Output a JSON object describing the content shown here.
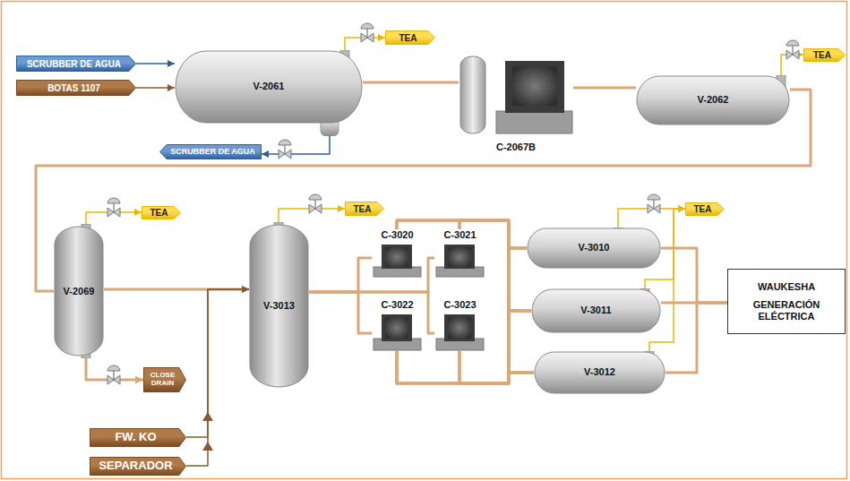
{
  "diagram": {
    "nodes": [
      {
        "text": [
          "SCRUBBER DE AGUA"
        ]
      },
      {
        "text": [
          "BOTAS 1107"
        ]
      },
      {
        "text": [
          "V-2061"
        ]
      },
      {
        "text": [
          "TEA"
        ]
      },
      {
        "text": [
          "SCRUBBER DE AGUA"
        ]
      },
      {
        "text": [
          "C-2067B"
        ]
      },
      {
        "text": [
          "V-2062"
        ]
      },
      {
        "text": [
          "TEA"
        ]
      },
      {
        "text": [
          "V-2069"
        ]
      },
      {
        "text": [
          "TEA"
        ]
      },
      {
        "text": [
          "CLOSE DRAIN"
        ]
      },
      {
        "text": [
          "V-3013"
        ]
      },
      {
        "text": [
          "TEA"
        ]
      },
      {
        "text": [
          "C-3020"
        ]
      },
      {
        "text": [
          "C-3021"
        ]
      },
      {
        "text": [
          "C-3022"
        ]
      },
      {
        "text": [
          "C-3023"
        ]
      },
      {
        "text": [
          "V-3010"
        ]
      },
      {
        "text": [
          "TEA"
        ]
      },
      {
        "text": [
          "V-3011"
        ]
      },
      {
        "text": [
          "V-3012"
        ]
      },
      {
        "text": [
          "WAUKESHA",
          "GENERACIÓN ELÉCTRICA"
        ]
      },
      {
        "text": [
          "FW. KO"
        ]
      },
      {
        "text": [
          "SEPARADOR"
        ]
      }
    ],
    "edges": [
      {
        "from": 0,
        "to": 2,
        "arrow": "to"
      },
      {
        "from": 1,
        "to": 2,
        "arrow": "to"
      },
      {
        "from": 2,
        "to": 3,
        "arrow": "to"
      },
      {
        "from": 2,
        "to": 4,
        "arrow": "to"
      },
      {
        "from": 2,
        "to": 5,
        "arrow": "none"
      },
      {
        "from": 5,
        "to": 6,
        "arrow": "none"
      },
      {
        "from": 6,
        "to": 7,
        "arrow": "to"
      },
      {
        "from": 6,
        "to": 8,
        "arrow": "none"
      },
      {
        "from": 8,
        "to": 9,
        "arrow": "to"
      },
      {
        "from": 8,
        "to": 10,
        "arrow": "to"
      },
      {
        "from": 8,
        "to": 11,
        "arrow": "none"
      },
      {
        "from": 22,
        "to": 11,
        "arrow": "to"
      },
      {
        "from": 23,
        "to": 11,
        "arrow": "to"
      },
      {
        "from": 11,
        "to": 12,
        "arrow": "to"
      },
      {
        "from": 11,
        "to": 13,
        "arrow": "none"
      },
      {
        "from": 11,
        "to": 14,
        "arrow": "none"
      },
      {
        "from": 11,
        "to": 15,
        "arrow": "none"
      },
      {
        "from": 11,
        "to": 16,
        "arrow": "none"
      },
      {
        "from": 13,
        "to": 17,
        "arrow": "none"
      },
      {
        "from": 13,
        "to": 19,
        "arrow": "none"
      },
      {
        "from": 13,
        "to": 20,
        "arrow": "none"
      },
      {
        "from": 14,
        "to": 17,
        "arrow": "none"
      },
      {
        "from": 14,
        "to": 19,
        "arrow": "none"
      },
      {
        "from": 14,
        "to": 20,
        "arrow": "none"
      },
      {
        "from": 15,
        "to": 17,
        "arrow": "none"
      },
      {
        "from": 15,
        "to": 19,
        "arrow": "none"
      },
      {
        "from": 15,
        "to": 20,
        "arrow": "none"
      },
      {
        "from": 16,
        "to": 17,
        "arrow": "none"
      },
      {
        "from": 16,
        "to": 19,
        "arrow": "none"
      },
      {
        "from": 16,
        "to": 20,
        "arrow": "none"
      },
      {
        "from": 17,
        "to": 18,
        "arrow": "to"
      },
      {
        "from": 19,
        "to": 18,
        "arrow": "to"
      },
      {
        "from": 20,
        "to": 18,
        "arrow": "to"
      },
      {
        "from": 17,
        "to": 21,
        "arrow": "none"
      },
      {
        "from": 19,
        "to": 21,
        "arrow": "none"
      },
      {
        "from": 20,
        "to": 21,
        "arrow": "none"
      }
    ]
  }
}
